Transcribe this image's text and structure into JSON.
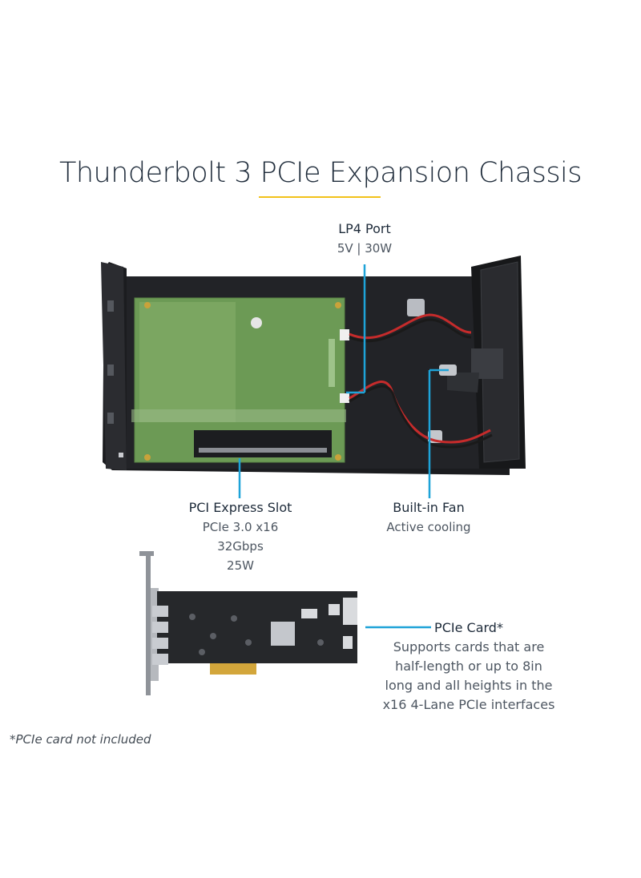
{
  "title": "Thunderbolt 3 PCIe Expansion Chassis",
  "colors": {
    "accent_line": "#f2c21a",
    "callout_line": "#1ea3d8",
    "title_text": "#1e2b3a"
  },
  "callouts": {
    "lp4": {
      "heading": "LP4 Port",
      "lines": [
        "5V | 30W"
      ]
    },
    "pci_slot": {
      "heading": "PCI Express Slot",
      "lines": [
        "PCIe 3.0 x16",
        "32Gbps",
        "25W"
      ]
    },
    "fan": {
      "heading": "Built-in Fan",
      "lines": [
        "Active cooling"
      ]
    },
    "card": {
      "heading": "PCIe Card*",
      "lines": [
        "Supports cards that are",
        "half-length or up to 8in",
        "long and all heights in the",
        "x16 4-Lane PCIe interfaces"
      ]
    }
  },
  "footnote": "*PCIe card not included"
}
